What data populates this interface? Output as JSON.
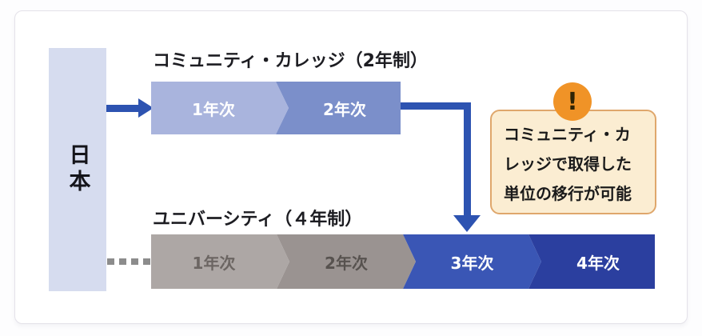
{
  "japan": {
    "label": "日本",
    "bg": "#d6dcef",
    "text_color": "#14141a"
  },
  "community_college": {
    "title": "コミュニティ・カレッジ（2年制）",
    "segments": [
      {
        "label": "1年次",
        "bg": "#a9b4dd",
        "text": "#ffffff"
      },
      {
        "label": "2年次",
        "bg": "#7b8fca",
        "text": "#ffffff"
      }
    ]
  },
  "university": {
    "title": "ユニバーシティ（４年制）",
    "segments": [
      {
        "label": "1年次",
        "bg": "#ada7a5",
        "text": "#6b6562"
      },
      {
        "label": "2年次",
        "bg": "#9a9391",
        "text": "#57524f"
      },
      {
        "label": "3年次",
        "bg": "#3a56b5",
        "text": "#ffffff"
      },
      {
        "label": "4年次",
        "bg": "#2b3f9f",
        "text": "#ffffff"
      }
    ]
  },
  "callout": {
    "icon": "!",
    "icon_bg": "#f09327",
    "icon_color": "#2f2405",
    "bg": "#fbedd2",
    "border": "#dfa76c",
    "full_text": "コミュニティ・カレッジで取得した単位の移行が可能",
    "lines": [
      "コミュニティ・カ",
      "レッジで取得した",
      "単位の移行が可能"
    ]
  },
  "arrows": {
    "solid": "#2d53b1",
    "dashed": "#8c8c8c"
  },
  "colors": {
    "card_bg": "#ffffff",
    "card_border": "#e4e2e9",
    "page_bg": "#fdfdfe"
  }
}
